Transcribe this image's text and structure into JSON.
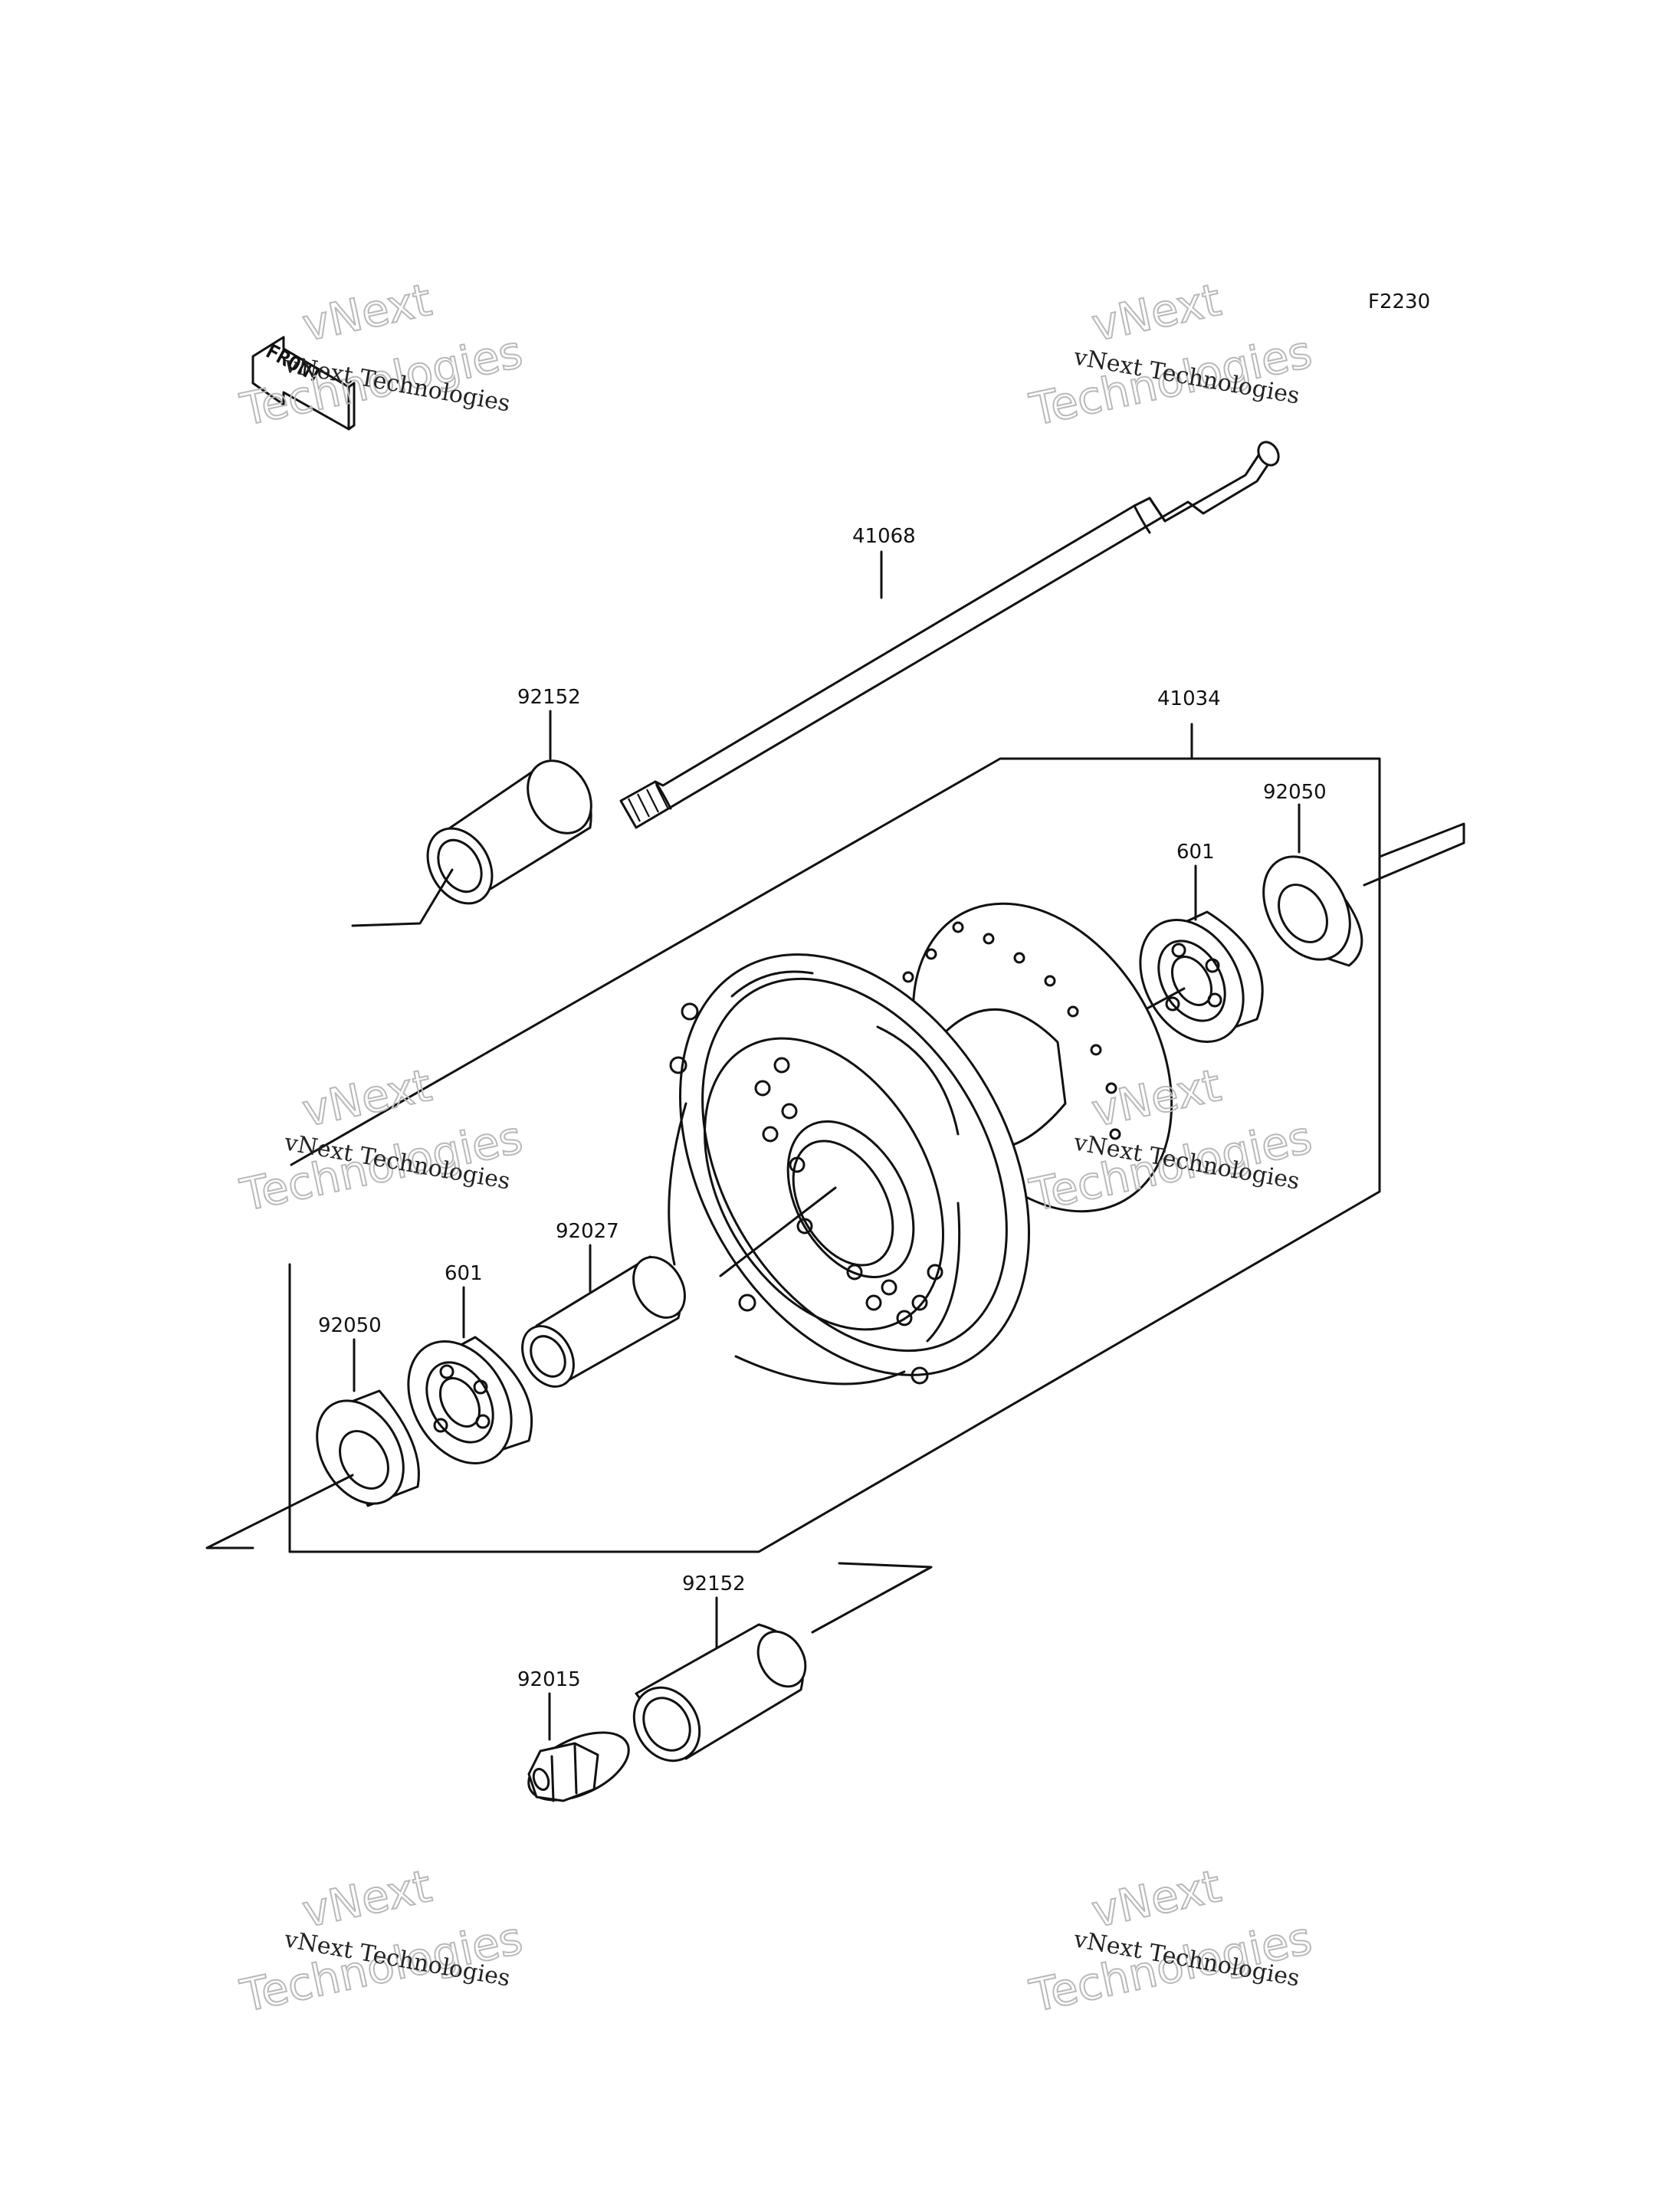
{
  "diagram_code": "F2230",
  "front_label": "FRONT",
  "watermark": {
    "line1": "vNext Technologies",
    "line2a": "vNext",
    "line2b": "Technologies"
  },
  "parts": {
    "axle": "41068",
    "collar_left": "92152",
    "hub": "41034",
    "seal_right": "92050",
    "bearing_right": "601",
    "spacer": "92027",
    "bearing_left": "601",
    "seal_left": "92050",
    "collar_lower": "92152",
    "nut": "92015"
  }
}
